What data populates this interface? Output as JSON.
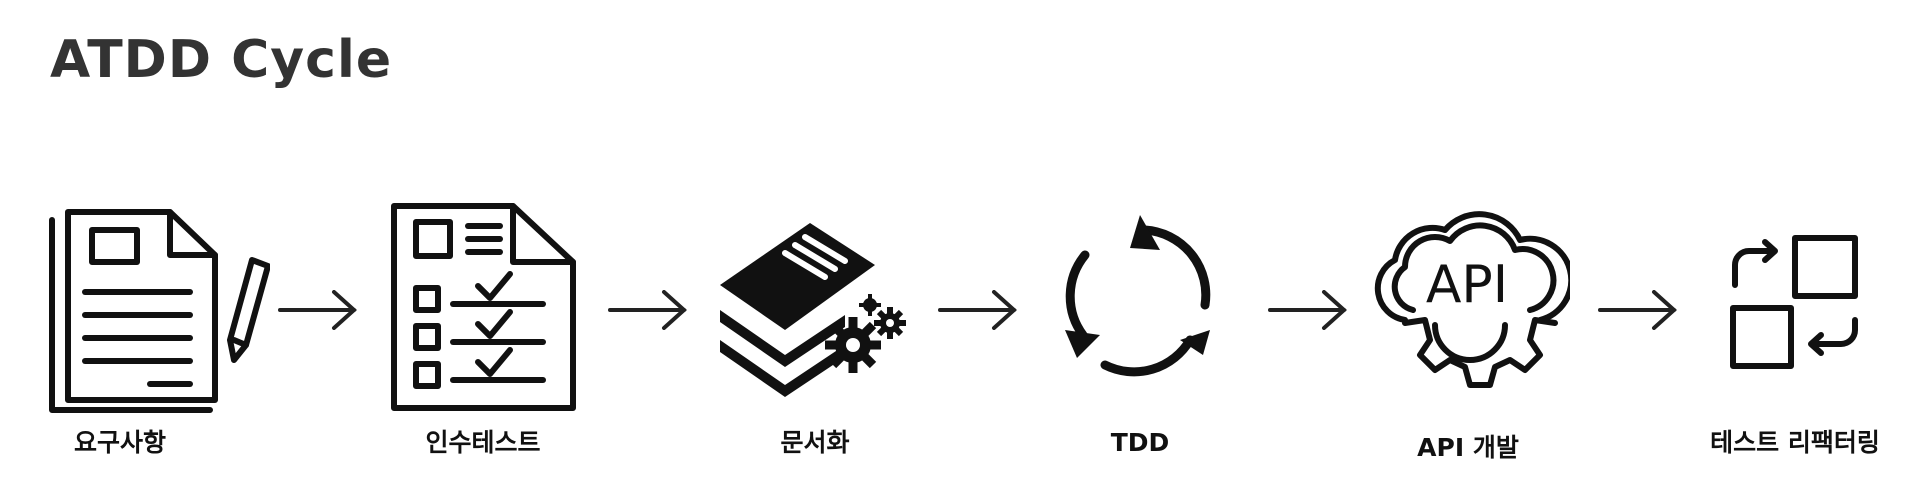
{
  "title": "ATDD Cycle",
  "steps": [
    {
      "label": "요구사항",
      "icon": "requirements-document-pen-icon"
    },
    {
      "label": "인수테스트",
      "icon": "acceptance-test-checklist-icon"
    },
    {
      "label": "문서화",
      "icon": "documentation-stack-gears-icon"
    },
    {
      "label": "TDD",
      "icon": "cycle-arrows-icon"
    },
    {
      "label": "API 개발",
      "icon": "api-cloud-gear-icon"
    },
    {
      "label": "테스트 리팩터링",
      "icon": "refactoring-swap-icon"
    }
  ],
  "colors": {
    "icon": "#111111",
    "title": "#333333",
    "arrow": "#222222"
  }
}
